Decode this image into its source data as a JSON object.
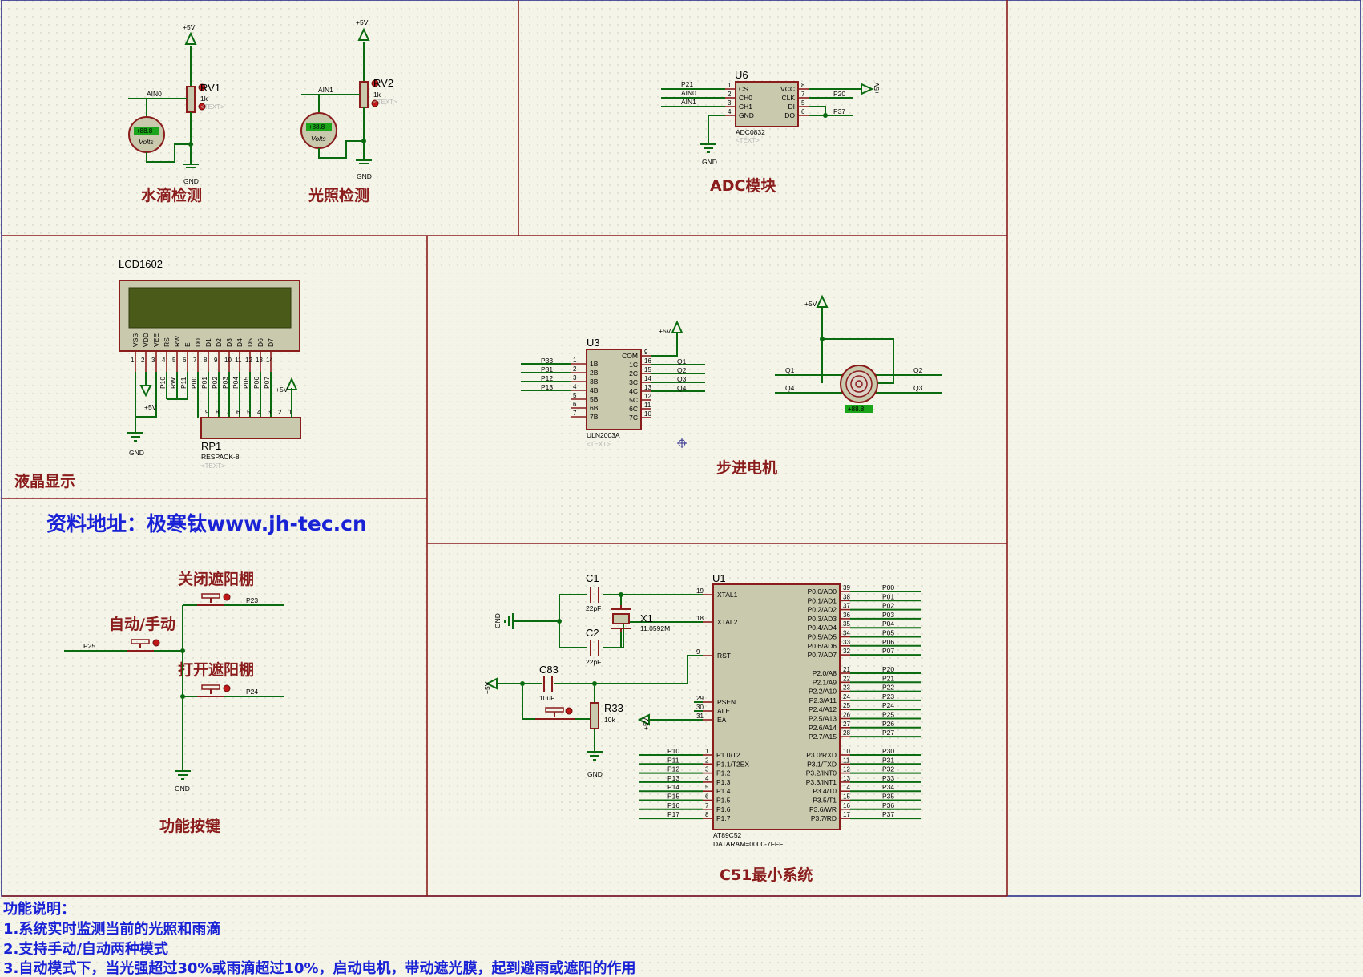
{
  "sections": {
    "water": "水滴检测",
    "light": "光照检测",
    "adc": "ADC模块",
    "lcd": "液晶显示",
    "stepper": "步进电机",
    "keys": "功能按键",
    "c51": "C51最小系统"
  },
  "url_text": "资料地址：极寒钛www.jh-tec.cn",
  "description": [
    "功能说明：",
    "1.系统实时监测当前的光照和雨滴",
    "2.支持手动/自动两种模式",
    "3.自动模式下，当光强超过30%或雨滴超过10%，启动电机，带动遮光膜，起到避雨或遮阳的作用"
  ],
  "common": {
    "vcc": "+5V",
    "gnd": "GND",
    "text_ph": "<TEXT>"
  },
  "rv1": {
    "ref": "RV1",
    "value": "1k",
    "net": "AIN0",
    "meter": "Volts",
    "readout": "+88.8"
  },
  "rv2": {
    "ref": "RV2",
    "value": "1k",
    "net": "AIN1",
    "meter": "Volts",
    "readout": "+88.8"
  },
  "adc_chip": {
    "ref": "U6",
    "part": "ADC0832",
    "left_pins": [
      "CS",
      "CH0",
      "CH1",
      "GND"
    ],
    "right_pins": [
      "VCC",
      "CLK",
      "DI",
      "DO"
    ],
    "left_nums": [
      "1",
      "2",
      "3",
      "4"
    ],
    "right_nums": [
      "8",
      "7",
      "5",
      "6"
    ],
    "left_nets": [
      "P21",
      "AIN0",
      "AIN1"
    ],
    "right_nets": [
      "P20",
      "P37"
    ]
  },
  "lcd": {
    "ref": "LCD1602",
    "pins": [
      "VSS",
      "VDD",
      "VEE",
      "RS",
      "RW",
      "E",
      "D0",
      "D1",
      "D2",
      "D3",
      "D4",
      "D5",
      "D6",
      "D7"
    ],
    "nums": [
      "1",
      "2",
      "3",
      "4",
      "5",
      "6",
      "7",
      "8",
      "9",
      "10",
      "11",
      "12",
      "13",
      "14"
    ],
    "nets": [
      "P10",
      "RW",
      "P11",
      "P00",
      "P01",
      "P02",
      "P03",
      "P04",
      "P05",
      "P06",
      "P07"
    ],
    "rp_ref": "RP1",
    "rp_part": "RESPACK-8",
    "rp_nums": [
      "9",
      "8",
      "7",
      "6",
      "5",
      "4",
      "3",
      "2",
      "1"
    ]
  },
  "uln": {
    "ref": "U3",
    "part": "ULN2003A",
    "left_pins": [
      "1B",
      "2B",
      "3B",
      "4B",
      "5B",
      "6B",
      "7B"
    ],
    "right_pins": [
      "COM",
      "1C",
      "2C",
      "3C",
      "4C",
      "5C",
      "6C",
      "7C"
    ],
    "left_nums": [
      "1",
      "2",
      "3",
      "4",
      "5",
      "6",
      "7"
    ],
    "right_nums": [
      "9",
      "16",
      "15",
      "14",
      "13",
      "12",
      "11",
      "10"
    ],
    "in_nets": [
      "P33",
      "P31",
      "P12",
      "P13"
    ],
    "out_nets": [
      "Q1",
      "Q2",
      "Q3",
      "Q4"
    ]
  },
  "motor": {
    "nets": [
      "Q1",
      "Q2",
      "Q4",
      "Q3"
    ],
    "readout": "+88.8"
  },
  "keys": {
    "close": "关闭遮阳棚",
    "auto": "自动/手动",
    "open": "打开遮阳棚",
    "nets": [
      "P23",
      "P25",
      "P24"
    ]
  },
  "mcu": {
    "ref": "U1",
    "part": "AT89C52",
    "data": "DATARAM=0000-7FFF",
    "left_top": [
      "XTAL1",
      "XTAL2",
      "RST",
      "PSEN",
      "ALE",
      "EA"
    ],
    "left_top_nums": [
      "19",
      "18",
      "9",
      "29",
      "30",
      "31"
    ],
    "p1_pins": [
      "P1.0/T2",
      "P1.1/T2EX",
      "P1.2",
      "P1.3",
      "P1.4",
      "P1.5",
      "P1.6",
      "P1.7"
    ],
    "p1_nums": [
      "1",
      "2",
      "3",
      "4",
      "5",
      "6",
      "7",
      "8"
    ],
    "p1_nets": [
      "P10",
      "P11",
      "P12",
      "P13",
      "P14",
      "P15",
      "P16",
      "P17"
    ],
    "p0_pins": [
      "P0.0/AD0",
      "P0.1/AD1",
      "P0.2/AD2",
      "P0.3/AD3",
      "P0.4/AD4",
      "P0.5/AD5",
      "P0.6/AD6",
      "P0.7/AD7"
    ],
    "p0_nums": [
      "39",
      "38",
      "37",
      "36",
      "35",
      "34",
      "33",
      "32"
    ],
    "p0_nets": [
      "P00",
      "P01",
      "P02",
      "P03",
      "P04",
      "P05",
      "P06",
      "P07"
    ],
    "p2_pins": [
      "P2.0/A8",
      "P2.1/A9",
      "P2.2/A10",
      "P2.3/A11",
      "P2.4/A12",
      "P2.5/A13",
      "P2.6/A14",
      "P2.7/A15"
    ],
    "p2_nums": [
      "21",
      "22",
      "23",
      "24",
      "25",
      "26",
      "27",
      "28"
    ],
    "p2_nets": [
      "P20",
      "P21",
      "P22",
      "P23",
      "P24",
      "P25",
      "P26",
      "P27"
    ],
    "p3_pins": [
      "P3.0/RXD",
      "P3.1/TXD",
      "P3.2/INT0",
      "P3.3/INT1",
      "P3.4/T0",
      "P3.5/T1",
      "P3.6/WR",
      "P3.7/RD"
    ],
    "p3_nums": [
      "10",
      "11",
      "12",
      "13",
      "14",
      "15",
      "16",
      "17"
    ],
    "p3_nets": [
      "P30",
      "P31",
      "P32",
      "P33",
      "P34",
      "P35",
      "P36",
      "P37"
    ]
  },
  "c1": {
    "ref": "C1",
    "value": "22pF"
  },
  "c2": {
    "ref": "C2",
    "value": "22pF"
  },
  "x1": {
    "ref": "X1",
    "value": "11.0592M"
  },
  "c83": {
    "ref": "C83",
    "value": "10uF"
  },
  "r33": {
    "ref": "R33",
    "value": "10k"
  },
  "colors": {
    "wire": "#0a6b10",
    "component": "#8a1c1c",
    "body": "#c9c9ae",
    "title": "#8a1c1c",
    "note": "#1a22d6"
  }
}
